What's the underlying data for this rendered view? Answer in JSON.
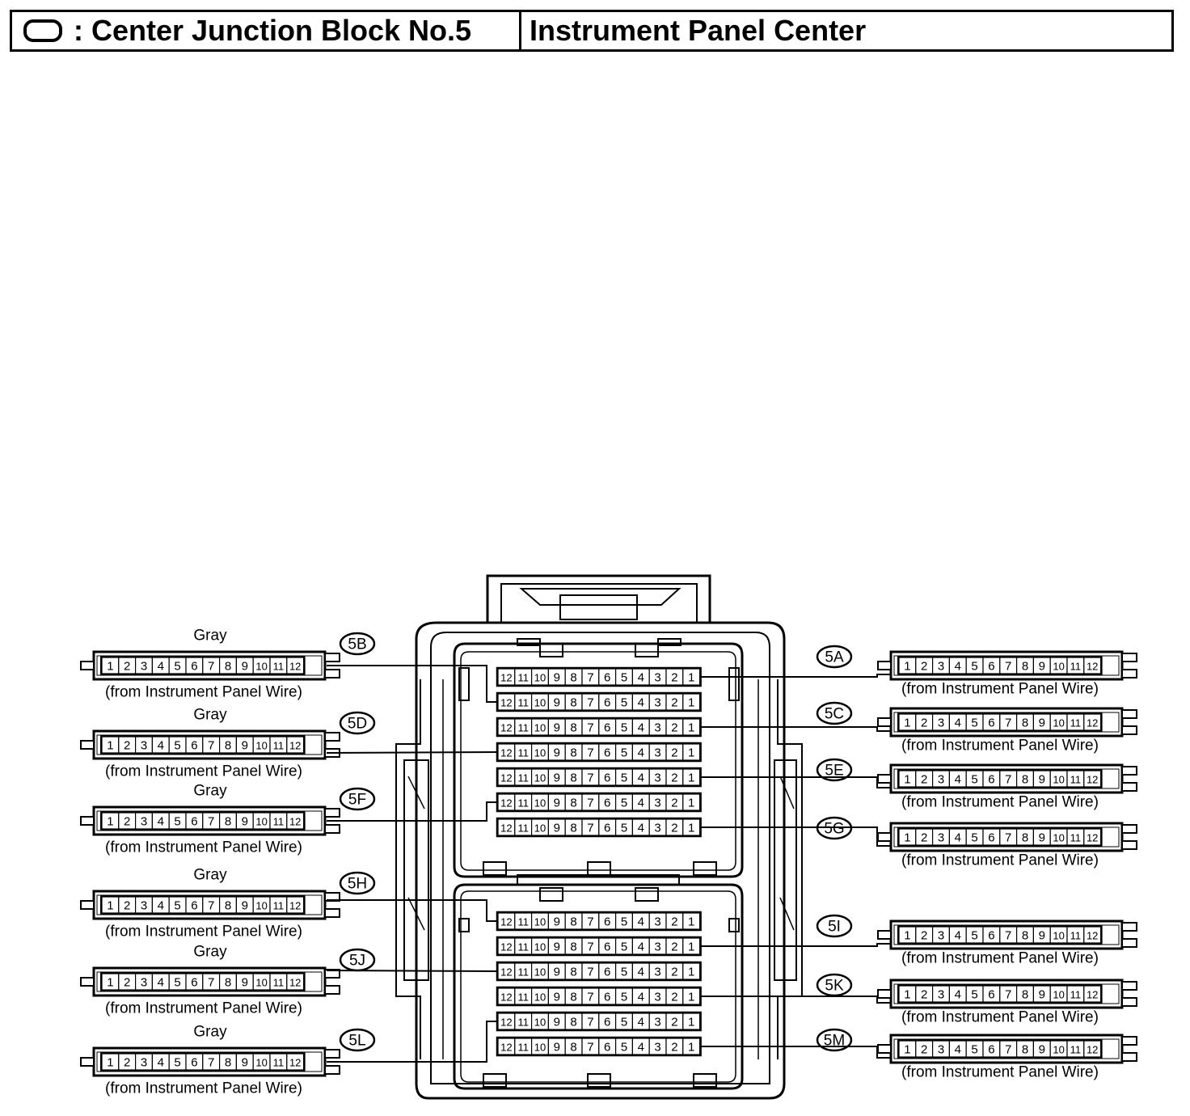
{
  "header": {
    "legend_symbol": "oval",
    "left_text": ": Center Junction Block No.5",
    "right_text": "Instrument Panel Center"
  },
  "pins_left_to_right": [
    "1",
    "2",
    "3",
    "4",
    "5",
    "6",
    "7",
    "8",
    "9",
    "10",
    "11",
    "12"
  ],
  "pins_right_to_left": [
    "12",
    "11",
    "10",
    "9",
    "8",
    "7",
    "6",
    "5",
    "4",
    "3",
    "2",
    "1"
  ],
  "left_connectors": [
    {
      "code": "5B",
      "color": "Gray",
      "note": "(from Instrument Panel Wire)"
    },
    {
      "code": "5D",
      "color": "Gray",
      "note": "(from Instrument Panel Wire)"
    },
    {
      "code": "5F",
      "color": "Gray",
      "note": "(from Instrument Panel Wire)"
    },
    {
      "code": "5H",
      "color": "Gray",
      "note": "(from Instrument Panel Wire)"
    },
    {
      "code": "5J",
      "color": "Gray",
      "note": "(from Instrument Panel Wire)"
    },
    {
      "code": "5L",
      "color": "Gray",
      "note": "(from Instrument Panel Wire)"
    }
  ],
  "right_connectors": [
    {
      "code": "5A",
      "note": "(from Instrument Panel Wire)"
    },
    {
      "code": "5C",
      "note": "(from Instrument Panel Wire)"
    },
    {
      "code": "5E",
      "note": "(from Instrument Panel Wire)"
    },
    {
      "code": "5G",
      "note": "(from Instrument Panel Wire)"
    },
    {
      "code": "5I",
      "note": "(from Instrument Panel Wire)"
    },
    {
      "code": "5K",
      "note": "(from Instrument Panel Wire)"
    },
    {
      "code": "5M",
      "note": "(from Instrument Panel Wire)"
    }
  ]
}
